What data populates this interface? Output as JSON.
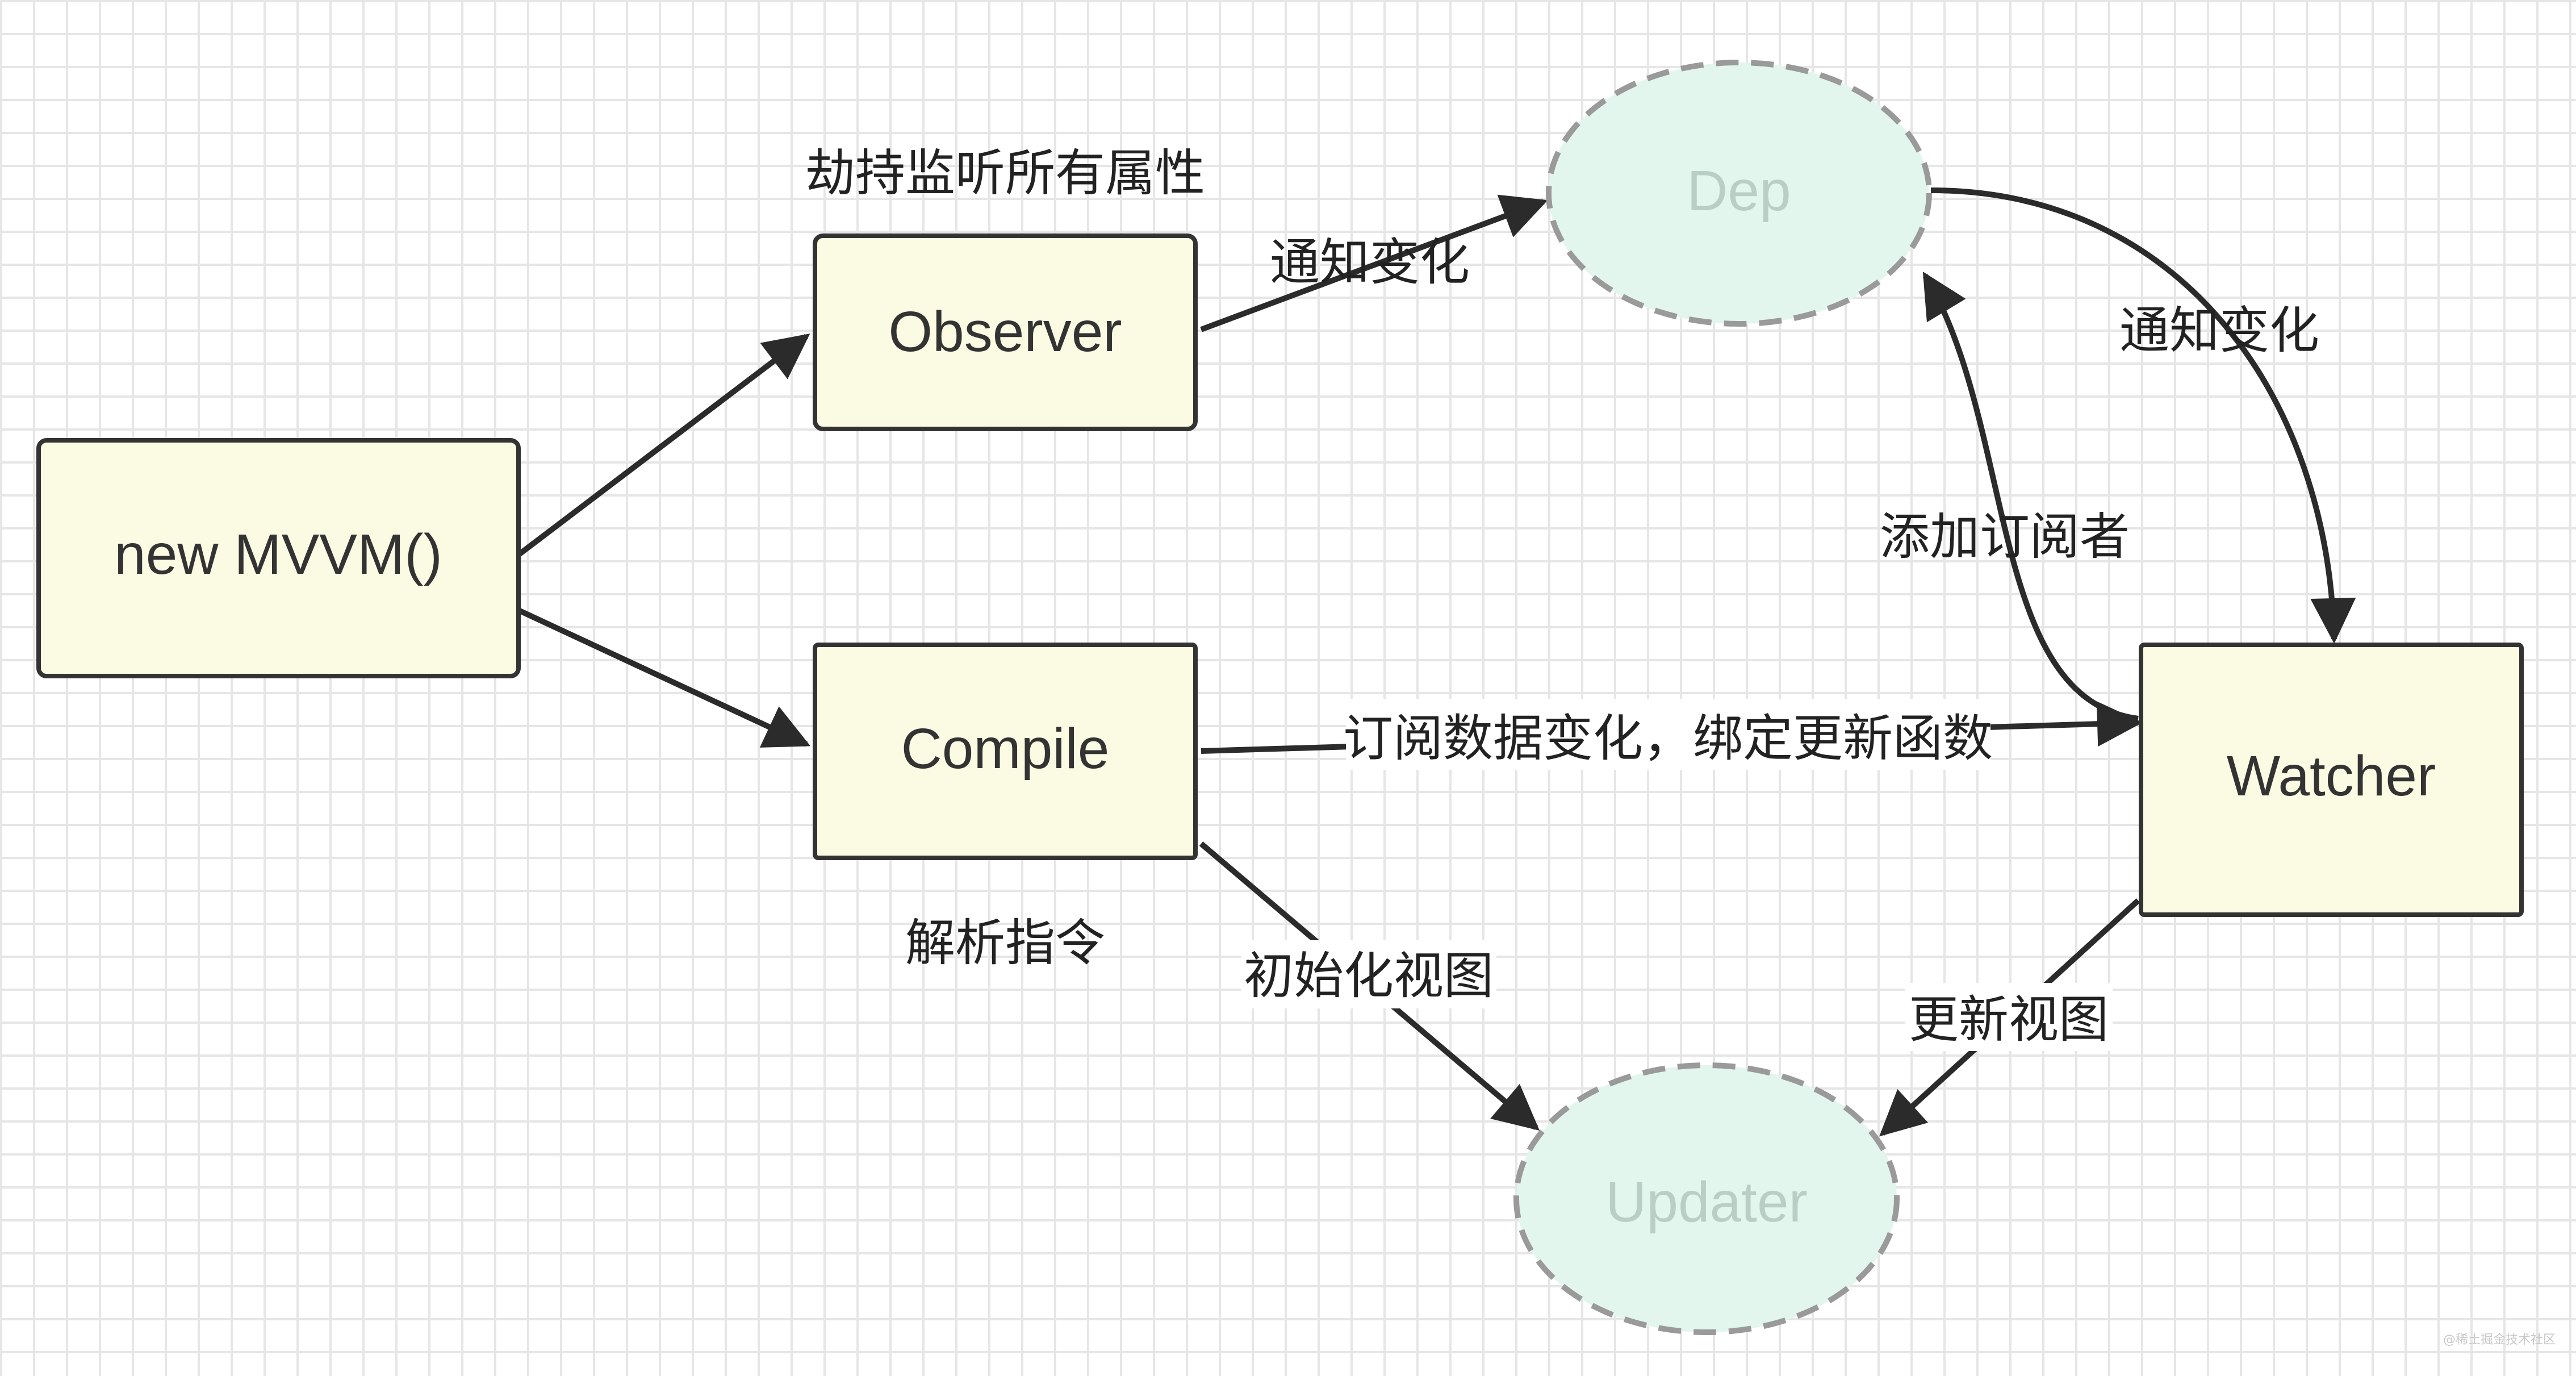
{
  "nodes": {
    "mvvm": "new MVVM()",
    "observer": "Observer",
    "compile": "Compile",
    "dep": "Dep",
    "watcher": "Watcher",
    "updater": "Updater"
  },
  "labels": {
    "observer_note": "劫持监听所有属性",
    "observer_to_dep": "通知变化",
    "dep_to_watcher": "通知变化",
    "watcher_to_dep": "添加订阅者",
    "compile_to_watcher": "订阅数据变化，绑定更新函数",
    "compile_note": "解析指令",
    "compile_to_updater": "初始化视图",
    "watcher_to_updater": "更新视图"
  },
  "watermark": "@稀土掘金技术社区",
  "colors": {
    "box_fill": "#fbfbe3",
    "box_stroke": "#333333",
    "ellipse_fill": "#e3f6ee",
    "ellipse_stroke": "#9a9a9a",
    "ellipse_text": "#b9cfc5",
    "grid": "#e6e6e6"
  }
}
